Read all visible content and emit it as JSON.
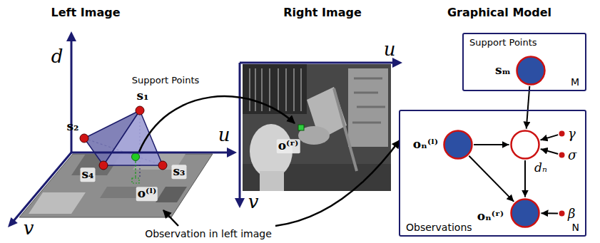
{
  "diagram": {
    "nodes": [
      {
        "text": [
          "Support Points",
          "M"
        ]
      },
      {
        "text": [
          "sₘ"
        ],
        "in": 0
      },
      {
        "text": [
          "Observations",
          "N"
        ]
      },
      {
        "text": [
          "oₙ⁽ˡ⁾"
        ],
        "in": 2
      },
      {
        "text": [
          "dₙ"
        ],
        "in": 2
      },
      {
        "text": [
          "γ"
        ],
        "in": 2
      },
      {
        "text": [
          "σ"
        ],
        "in": 2
      },
      {
        "text": [
          "oₙ⁽ʳ⁾"
        ],
        "in": 2
      },
      {
        "text": [
          "β"
        ],
        "in": 2
      }
    ],
    "edges": [
      {
        "from": 1,
        "to": 4,
        "arrow": "to"
      },
      {
        "from": 3,
        "to": 4,
        "arrow": "to"
      },
      {
        "from": 5,
        "to": 4,
        "arrow": "to"
      },
      {
        "from": 6,
        "to": 4,
        "arrow": "to"
      },
      {
        "from": 3,
        "to": 7,
        "arrow": "to"
      },
      {
        "from": 4,
        "to": 7,
        "arrow": "to"
      },
      {
        "from": 8,
        "to": 7,
        "arrow": "to"
      }
    ],
    "labels": [
      "Left Image",
      "Right Image",
      "Graphical Model",
      "d",
      "u",
      "v",
      "Support Points",
      "s₁",
      "s₂",
      "s₃",
      "s₄",
      "o⁽ˡ⁾",
      "u",
      "v",
      "o⁽ʳ⁾",
      "Observation in left image"
    ]
  }
}
